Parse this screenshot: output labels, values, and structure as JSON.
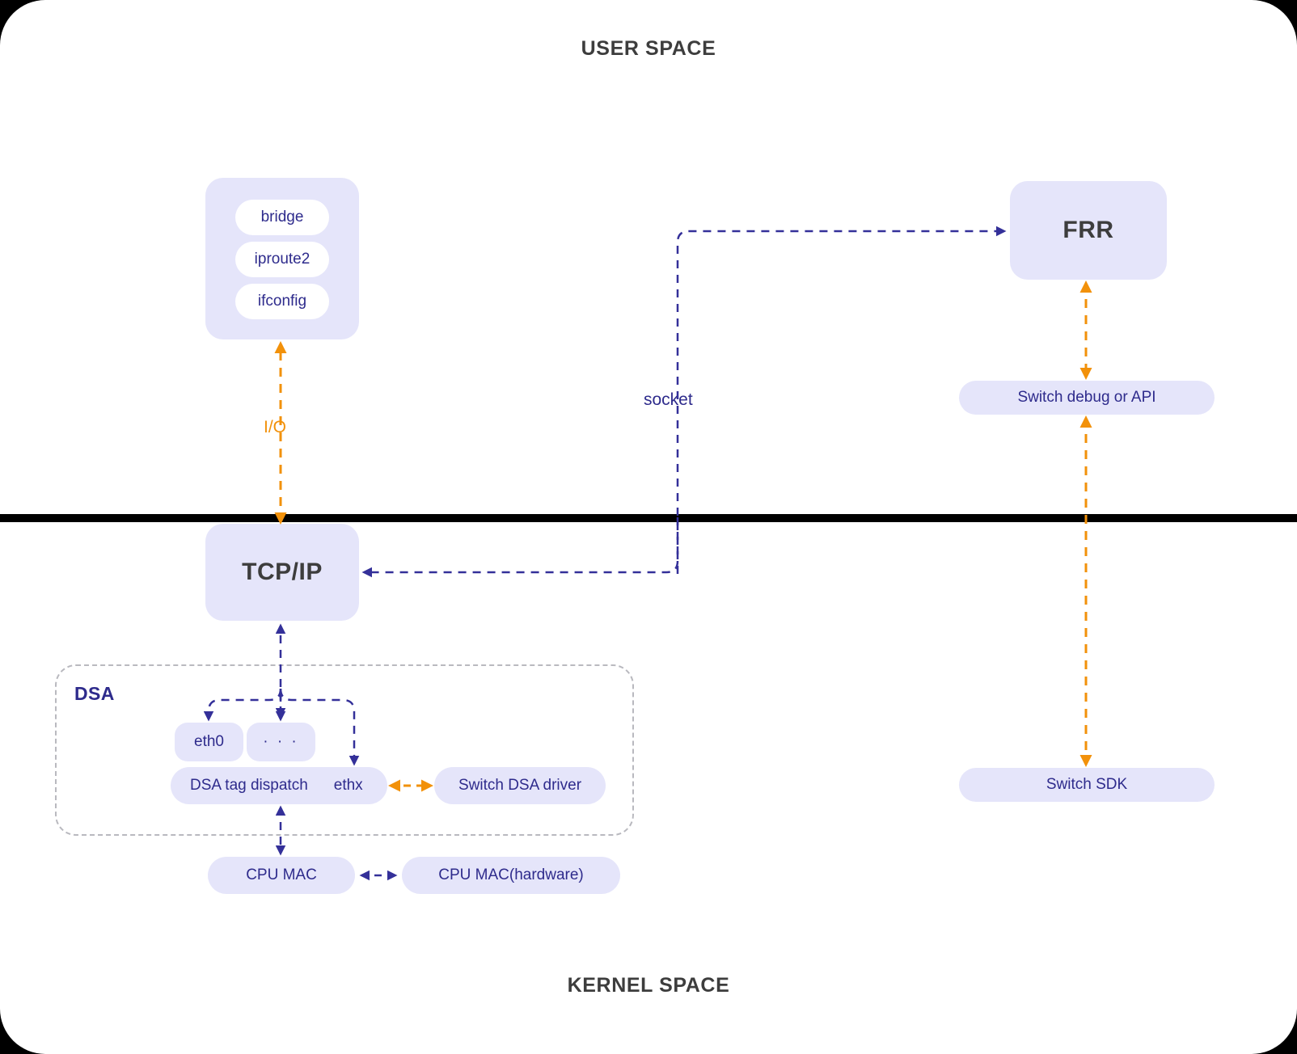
{
  "diagram": {
    "title_top": "USER SPACE",
    "title_bottom": "KERNEL SPACE"
  },
  "user_space": {
    "tools_card": {
      "name": "userspace-tools",
      "items": [
        "bridge",
        "iproute2",
        "ifconfig"
      ]
    },
    "frr": {
      "label": "FRR"
    },
    "switch_debug": {
      "label": "Switch debug or API"
    }
  },
  "kernel_space": {
    "tcpip": {
      "label": "TCP/IP"
    },
    "dsa": {
      "label": "DSA",
      "ports": [
        "eth0",
        "· · ·"
      ],
      "dispatch": "DSA tag dispatch",
      "dispatch_port": "ethx",
      "switch_dsa_driver": "Switch DSA driver"
    },
    "cpu_mac": {
      "label": "CPU MAC"
    },
    "cpu_mac_hw": {
      "label": "CPU MAC(hardware)"
    },
    "switch_sdk": {
      "label": "Switch SDK"
    }
  },
  "edges": {
    "io_label": "I/O",
    "socket_label": "socket"
  },
  "colors": {
    "box_fill": "#e5e5fa",
    "ink": "#2e2b8c",
    "heading": "#3d3d3d",
    "orange": "#f2910a",
    "divider": "#000000",
    "dashed_group": "#b9b9bf",
    "page": "#ffffff"
  }
}
